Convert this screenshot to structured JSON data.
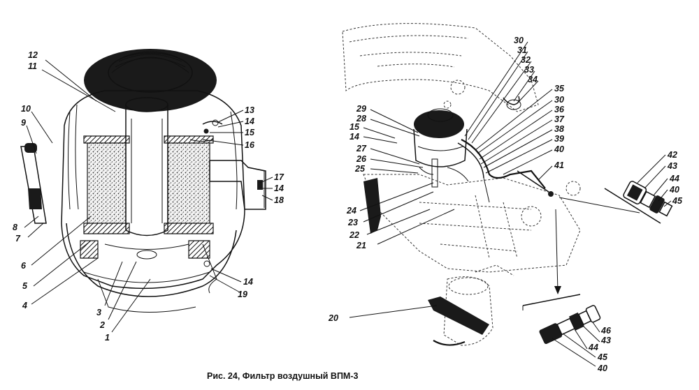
{
  "caption": "Рис. 24, Фильтр воздушный ВПМ-3",
  "left_view": {
    "labels": [
      "1",
      "2",
      "3",
      "4",
      "5",
      "6",
      "7",
      "8",
      "9",
      "10",
      "11",
      "12",
      "13",
      "14",
      "15",
      "16",
      "17",
      "14",
      "18",
      "14",
      "19"
    ]
  },
  "engine_view": {
    "labels": [
      "20",
      "21",
      "22",
      "23",
      "24",
      "25",
      "26",
      "27",
      "14",
      "15",
      "28",
      "29",
      "30",
      "31",
      "32",
      "33",
      "34",
      "35",
      "30",
      "36",
      "37",
      "38",
      "39",
      "40",
      "41"
    ]
  },
  "inset_top": {
    "labels": [
      "42",
      "43",
      "44",
      "40",
      "45"
    ]
  },
  "inset_bottom": {
    "labels": [
      "46",
      "43",
      "44",
      "45",
      "40"
    ]
  }
}
